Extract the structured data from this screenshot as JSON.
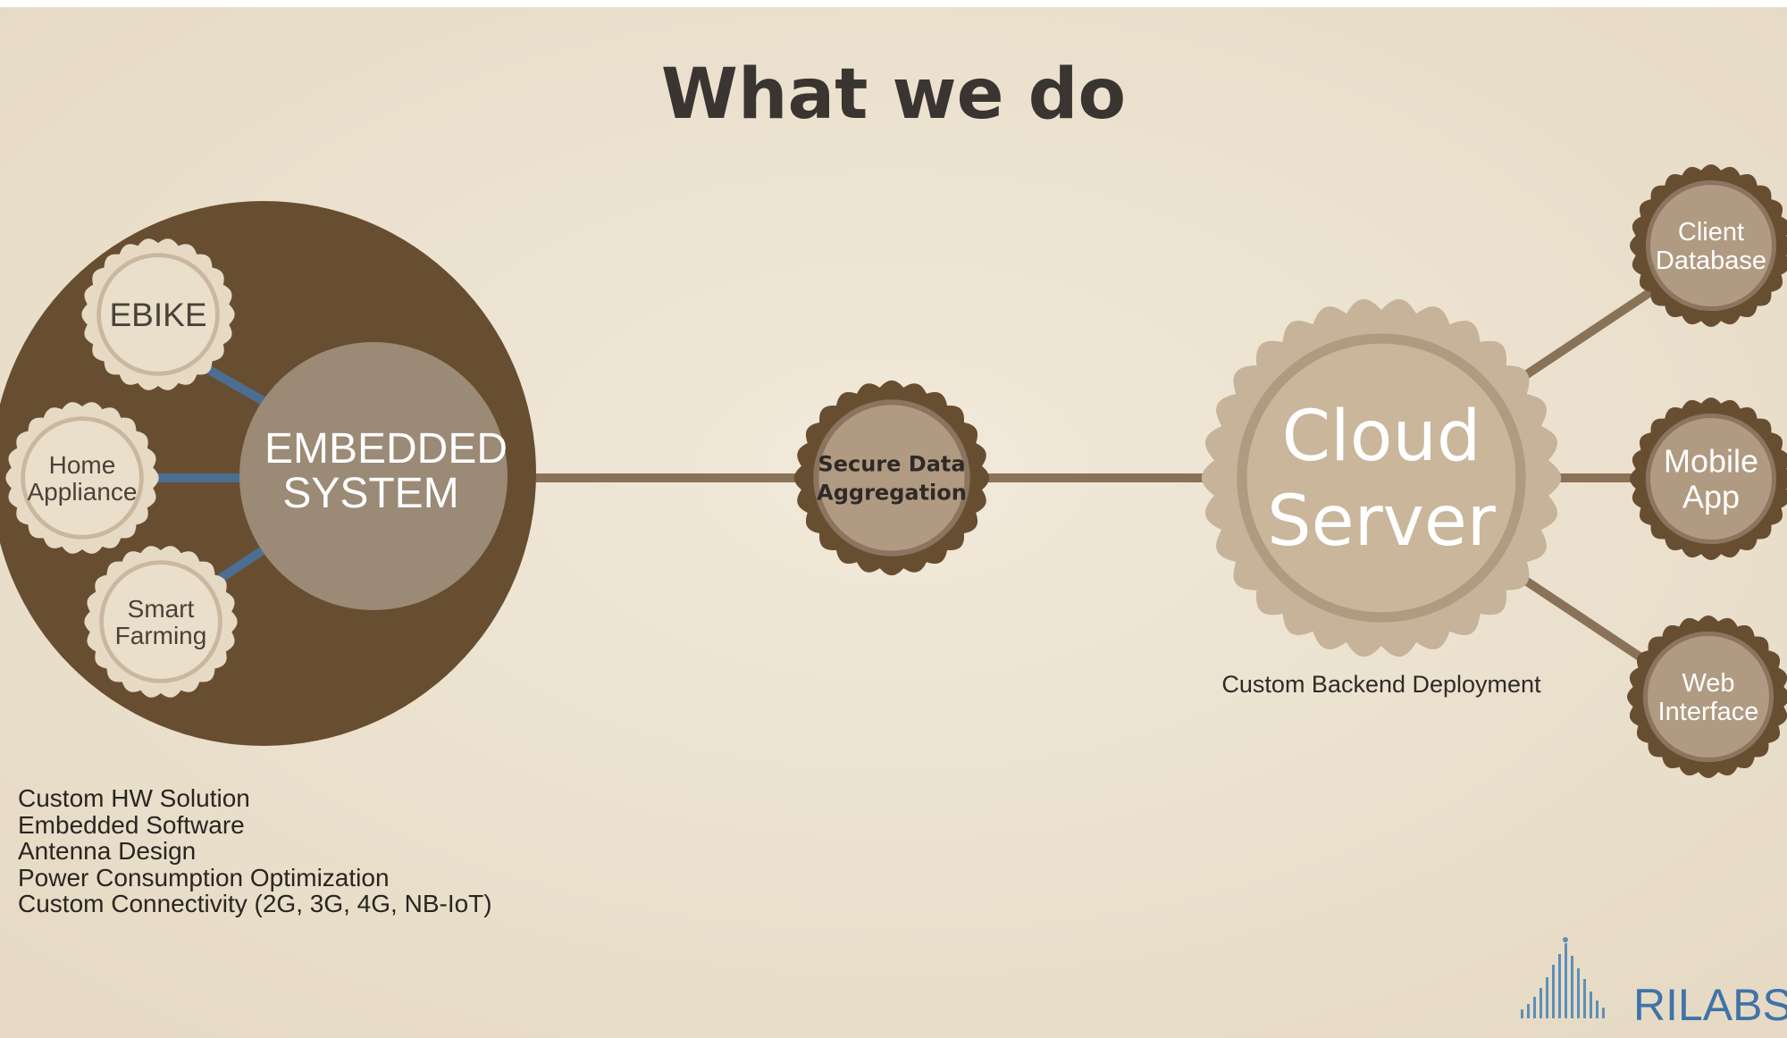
{
  "slide": {
    "title": "What we do"
  },
  "embedded": {
    "center_line1": "EMBEDDED",
    "center_line2": "SYSTEM",
    "nodes": [
      {
        "id": "ebike",
        "lines": [
          "EBIKE"
        ]
      },
      {
        "id": "home-appliance",
        "lines": [
          "Home",
          "Appliance"
        ]
      },
      {
        "id": "smart-farming",
        "lines": [
          "Smart",
          "Farming"
        ]
      }
    ],
    "capabilities": [
      "Custom HW Solution",
      "Embedded Software",
      "Antenna Design",
      "Power Consumption Optimization",
      "Custom Connectivity (2G, 3G, 4G, NB-IoT)"
    ]
  },
  "aggregation": {
    "line1": "Secure Data",
    "line2": "Aggregation"
  },
  "cloud": {
    "line1": "Cloud",
    "line2": "Server",
    "caption": "Custom Backend Deployment",
    "outputs": [
      {
        "id": "client-database",
        "lines": [
          "Client",
          "Database"
        ]
      },
      {
        "id": "mobile-app",
        "lines": [
          "Mobile",
          "App"
        ]
      },
      {
        "id": "web-interface",
        "lines": [
          "Web",
          "Interface"
        ]
      }
    ]
  },
  "brand": {
    "name": "RILABS",
    "logo_icon": "equalizer-bars-icon"
  },
  "colors": {
    "background": "#ede3d2",
    "dark_brown": "#684e31",
    "taupe": "#9b8a76",
    "badge_fill": "#b09b82",
    "badge_light": "#ddcfb8",
    "connector_blue": "#4a6f93",
    "connector_brown": "#8a7258",
    "title_text": "#3a3530",
    "brand_blue": "#3f73a8"
  }
}
